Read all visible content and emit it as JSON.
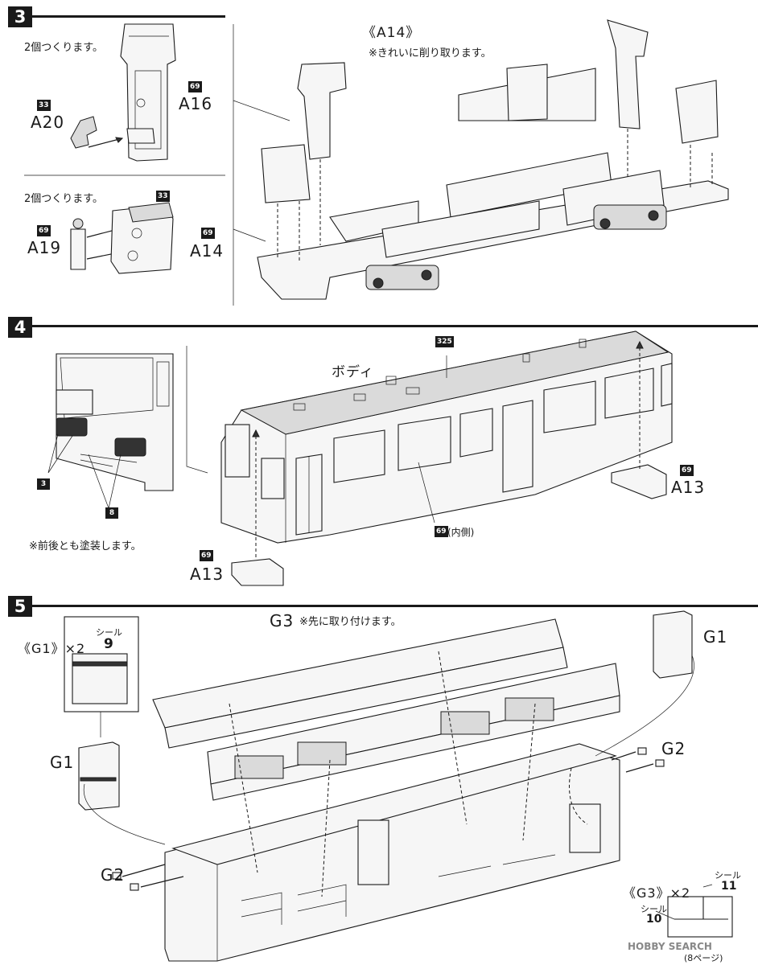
{
  "steps": {
    "s3": {
      "number": "3"
    },
    "s4": {
      "number": "4"
    },
    "s5": {
      "number": "5"
    }
  },
  "step3": {
    "make_two_a": "2個つくります。",
    "make_two_b": "2個つくります。",
    "detail_title": "《A14》",
    "detail_note": "※きれいに削り取ります。",
    "a20": {
      "part": "A20",
      "color": "33"
    },
    "a16": {
      "part": "A16",
      "color": "69"
    },
    "a19": {
      "part": "A19",
      "color": "69"
    },
    "a14": {
      "part": "A14",
      "color": "69"
    },
    "a14_top_color": "33"
  },
  "step4": {
    "body_label": "ボディ",
    "body_color": "325",
    "front_colors": [
      "3",
      "8"
    ],
    "front_note": "※前後とも塗装します。",
    "inner_color": "69",
    "inner_label": "(内側)",
    "a13_right": {
      "part": "A13",
      "color": "69"
    },
    "a13_left": {
      "part": "A13",
      "color": "69"
    }
  },
  "step5": {
    "g3_label": "G3",
    "g3_note": "※先に取り付けます。",
    "g1_detail_title": "《G1》×2",
    "g1_seal_label": "シール",
    "g1_seal_number": "9",
    "g1_right": "G1",
    "g1_left": "G1",
    "g2_right": "G2",
    "g2_left": "G2",
    "g3_detail_title": "《G3》×2",
    "g3_seal_label_a": "シール",
    "g3_seal_number_a": "11",
    "g3_seal_label_b": "シール",
    "g3_seal_number_b": "10"
  },
  "watermark": {
    "text": "HOBBY SEARCH"
  },
  "footer": {
    "text": "(8ページ)"
  }
}
